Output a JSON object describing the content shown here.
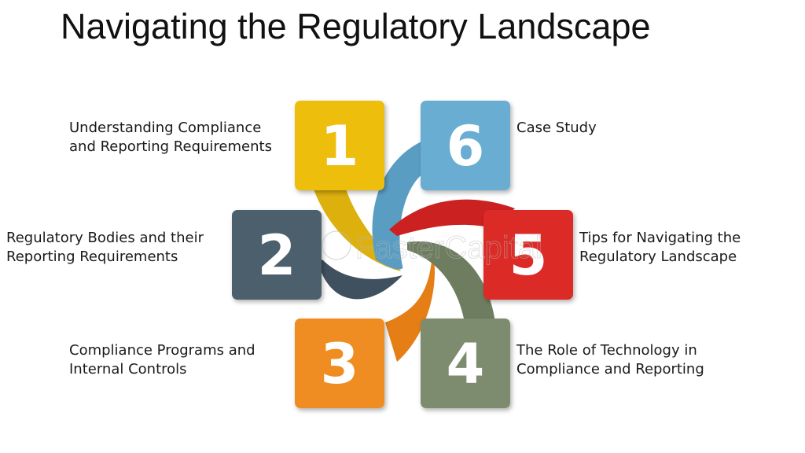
{
  "title": "Navigating the Regulatory Landscape",
  "watermark": "FasterCapital",
  "steps": [
    {
      "number": "1",
      "label_line1": "Understanding Compliance",
      "label_line2": "and Reporting Requirements",
      "color": "#EEBE0E"
    },
    {
      "number": "2",
      "label_line1": "Regulatory Bodies and their",
      "label_line2": "Reporting Requirements",
      "color": "#4B5E6D"
    },
    {
      "number": "3",
      "label_line1": "Compliance Programs and",
      "label_line2": "Internal Controls",
      "color": "#F08D24"
    },
    {
      "number": "4",
      "label_line1": "The Role of Technology in",
      "label_line2": "Compliance and Reporting",
      "color": "#7D8C6E"
    },
    {
      "number": "5",
      "label_line1": "Tips for Navigating the",
      "label_line2": "Regulatory Landscape",
      "color": "#DC2A27"
    },
    {
      "number": "6",
      "label_line1": "Case Study",
      "label_line2": "",
      "color": "#6AADD2"
    }
  ],
  "ribbon_colors": {
    "yellow": "#DDB00E",
    "blue": "#5A9DC3",
    "slate": "#3F505E",
    "orange": "#E57E14",
    "green": "#6E7D60",
    "red": "#CC2121"
  }
}
